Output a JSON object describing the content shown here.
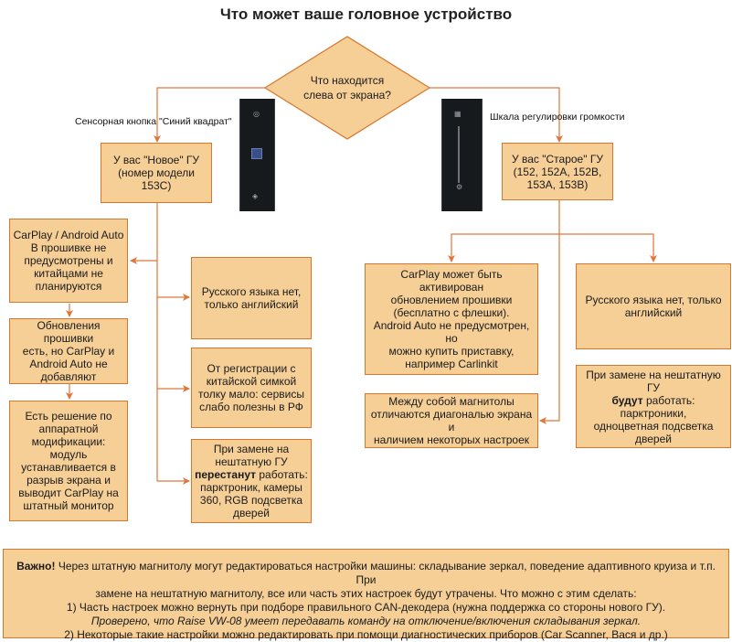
{
  "title": "Что может ваше головное устройство",
  "question": {
    "line1": "Что находится",
    "line2": "слева от экрана?"
  },
  "branch_left_label": "Сенсорная кнопка \"Синий квадрат\"",
  "branch_right_label": "Шкала регулировки громкости",
  "new_gu": {
    "line1": "У вас \"Новое\" ГУ",
    "line2": "(номер модели",
    "line3": "153C)"
  },
  "old_gu": {
    "line1": "У вас \"Старое\" ГУ",
    "line2": "(152, 152A, 152B,",
    "line3": "153A, 153B)"
  },
  "left_col": {
    "carplay": {
      "line1": "CarPlay / Android Auto",
      "line2": "В прошивке не",
      "line3": "предусмотрены и",
      "line4": "китайцами не",
      "line5": "планируются"
    },
    "updates": {
      "line1": "Обновления прошивки",
      "line2": "есть, но CarPlay и",
      "line3": "Android Auto не",
      "line4": "добавляют"
    },
    "hardware": {
      "line1": "Есть решение по",
      "line2": "аппаратной",
      "line3": "модификации: модуль",
      "line4": "устанавливается в",
      "line5": "разрыв экрана и",
      "line6": "выводит CarPlay на",
      "line7": "штатный монитор"
    }
  },
  "mid_col": {
    "russian": {
      "line1": "Русского языка нет,",
      "line2": "только английский"
    },
    "sim": {
      "line1": "От регистрации с",
      "line2": "китайской симкой",
      "line3": "толку мало: сервисы",
      "line4": "слабо полезны в РФ"
    },
    "replace": {
      "line1": "При замене на",
      "line2": "нештатную ГУ",
      "bold": "перестанут",
      "line3_after": " работать:",
      "line4": "парктроник, камеры",
      "line5": "360, RGB подсветка",
      "line6": "дверей"
    }
  },
  "right_col": {
    "carplay": {
      "line1": "CarPlay может быть активирован",
      "line2": "обновлением прошивки",
      "line3": "(бесплатно с флешки).",
      "line4": "Android Auto не предусмотрен, но",
      "line5": "можно купить приставку,",
      "line6": "например Carlinkit"
    },
    "diff": {
      "line1": "Между собой магнитолы",
      "line2": "отличаются диагональю экрана и",
      "line3": "наличием некоторых настроек"
    },
    "russian": {
      "line1": "Русского языка нет, только",
      "line2": "английский"
    },
    "replace": {
      "line1": "При замене на нештатную ГУ",
      "bold": "будут",
      "line2_after": " работать: парктроники,",
      "line3": "одноцветная подсветка",
      "line4": "дверей"
    }
  },
  "note": {
    "bold": "Важно!",
    "line1_after": " Через штатную магнитолу могут редактироваться настройки машины: складывание зеркал, поведение адаптивного круиза и т.п. При",
    "line2": "замене на нештатную магнитолу, все или часть этих настроек будут утрачены. Что можно с этим сделать:",
    "line3": "1) Часть настроек можно вернуть при подборе правильного CAN-декодера (нужна поддержка со стороны нового ГУ).",
    "line4": "Проверено, что Raise VW-08 умеет передавать команду на отключение/включения складывания зеркал.",
    "line5": "2) Некоторые такие настройки можно редактировать при помощи диагностических приборов (Car Scanner, Вася и др.)"
  },
  "colors": {
    "box_fill": "#f6cf97",
    "box_border": "#d7772e",
    "connector": "#e0763a"
  }
}
